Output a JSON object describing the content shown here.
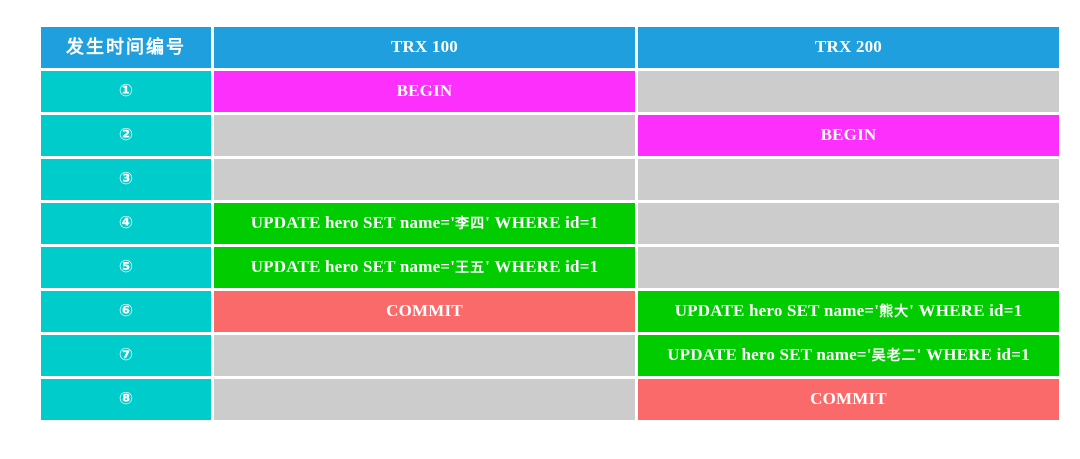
{
  "table": {
    "columns": [
      {
        "key": "seq",
        "label": "发生时间编号"
      },
      {
        "key": "trx100",
        "label": "TRX 100"
      },
      {
        "key": "trx200",
        "label": "TRX 200"
      }
    ],
    "colors": {
      "header": "#1f9fdd",
      "sequence": "#00cccc",
      "empty": "#cccccc",
      "begin": "#fc2ffc",
      "update": "#00cc00",
      "commit": "#fb6a6a",
      "text": "#ffffff",
      "page_background": "#ffffff"
    },
    "rows": [
      {
        "seq": "①",
        "trx100": {
          "text": "BEGIN",
          "state": "begin"
        },
        "trx200": {
          "text": "",
          "state": "empty"
        }
      },
      {
        "seq": "②",
        "trx100": {
          "text": "",
          "state": "empty"
        },
        "trx200": {
          "text": "BEGIN",
          "state": "begin"
        }
      },
      {
        "seq": "③",
        "trx100": {
          "text": "",
          "state": "empty"
        },
        "trx200": {
          "text": "",
          "state": "empty"
        }
      },
      {
        "seq": "④",
        "trx100": {
          "text": "UPDATE hero SET name='李四' WHERE id=1",
          "state": "update"
        },
        "trx200": {
          "text": "",
          "state": "empty"
        }
      },
      {
        "seq": "⑤",
        "trx100": {
          "text": "UPDATE hero SET name='王五' WHERE id=1",
          "state": "update"
        },
        "trx200": {
          "text": "",
          "state": "empty"
        }
      },
      {
        "seq": "⑥",
        "trx100": {
          "text": "COMMIT",
          "state": "commit"
        },
        "trx200": {
          "text": "UPDATE hero SET name='熊大' WHERE id=1",
          "state": "update"
        }
      },
      {
        "seq": "⑦",
        "trx100": {
          "text": "",
          "state": "empty"
        },
        "trx200": {
          "text": "UPDATE hero SET name='吴老二' WHERE id=1",
          "state": "update"
        }
      },
      {
        "seq": "⑧",
        "trx100": {
          "text": "",
          "state": "empty"
        },
        "trx200": {
          "text": "COMMIT",
          "state": "commit"
        }
      }
    ]
  }
}
